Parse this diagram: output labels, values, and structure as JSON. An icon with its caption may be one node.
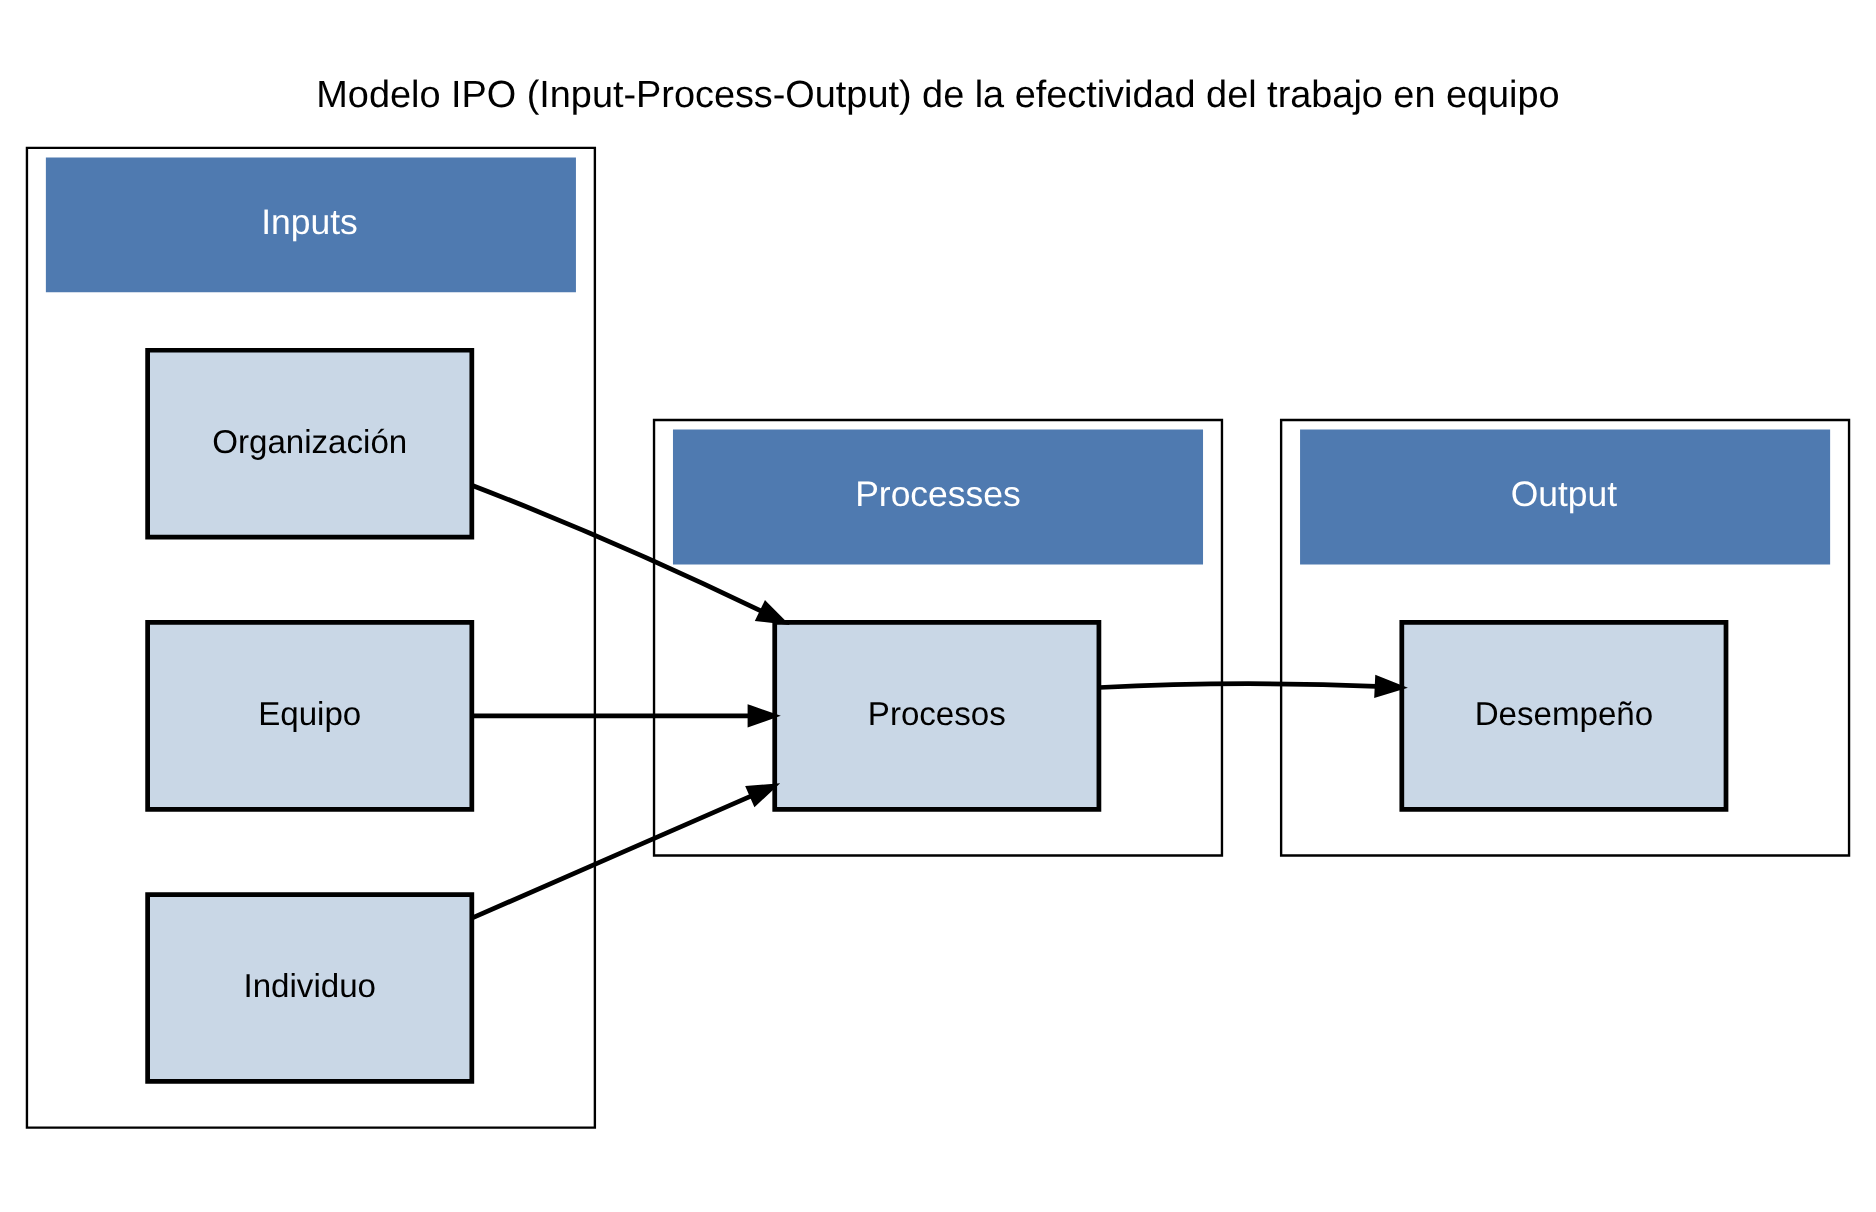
{
  "diagram": {
    "title": "Modelo IPO (Input-Process-Output) de la efectividad del trabajo en equipo",
    "nodes": [
      {
        "text": [
          "Inputs"
        ]
      },
      {
        "text": [
          "Processes"
        ]
      },
      {
        "text": [
          "Output"
        ]
      },
      {
        "text": [
          "Organización"
        ],
        "in": 0
      },
      {
        "text": [
          "Equipo"
        ],
        "in": 0
      },
      {
        "text": [
          "Individuo"
        ],
        "in": 0
      },
      {
        "text": [
          "Procesos"
        ],
        "in": 1
      },
      {
        "text": [
          "Desempeño"
        ],
        "in": 2
      }
    ],
    "edges": [
      {
        "from": 3,
        "to": 6,
        "arrow": "to"
      },
      {
        "from": 4,
        "to": 6,
        "arrow": "to"
      },
      {
        "from": 5,
        "to": 6,
        "arrow": "to"
      },
      {
        "from": 6,
        "to": 7,
        "arrow": "to"
      }
    ]
  }
}
